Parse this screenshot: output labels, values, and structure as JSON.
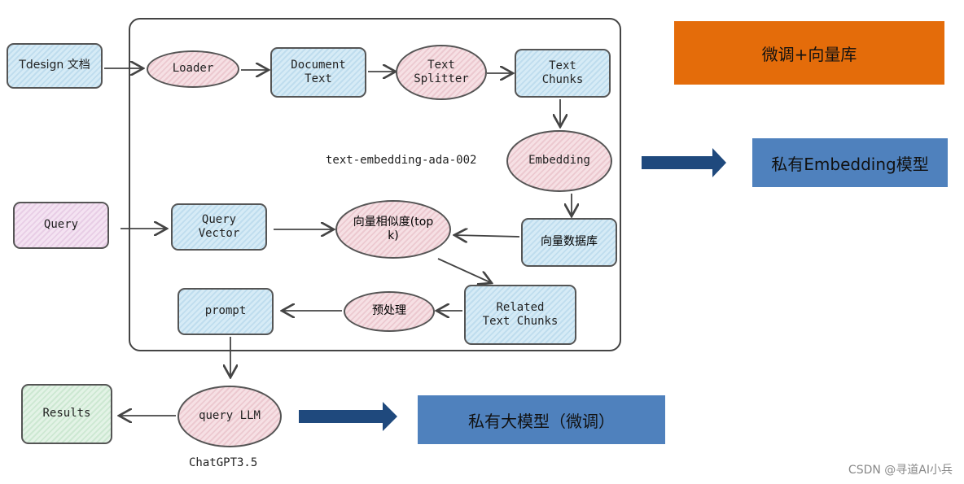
{
  "nodes": {
    "tdesign": "Tdesign 文档",
    "loader": "Loader",
    "document_text": "Document\nText",
    "text_splitter": "Text\nSplitter",
    "text_chunks": "Text\nChunks",
    "embedding": "Embedding",
    "vector_db": "向量数据库",
    "similarity": "向量相似度(top\nk)",
    "query": "Query",
    "query_vector": "Query\nVector",
    "related_chunks": "Related\nText Chunks",
    "preprocess": "预处理",
    "prompt": "prompt",
    "query_llm": "query LLM",
    "results": "Results"
  },
  "labels": {
    "embedding_model": "text-embedding-ada-002",
    "llm_model": "ChatGPT3.5"
  },
  "callouts": {
    "finetune_vector": {
      "text": "微调+向量库",
      "color": "#e46c0a"
    },
    "private_embedding": {
      "text": "私有Embedding模型",
      "color": "#4f81bd"
    },
    "private_llm": {
      "text": "私有大模型（微调）",
      "color": "#4f81bd"
    }
  },
  "arrow_color": "#1f497d",
  "watermark": "CSDN @寻道AI小兵"
}
